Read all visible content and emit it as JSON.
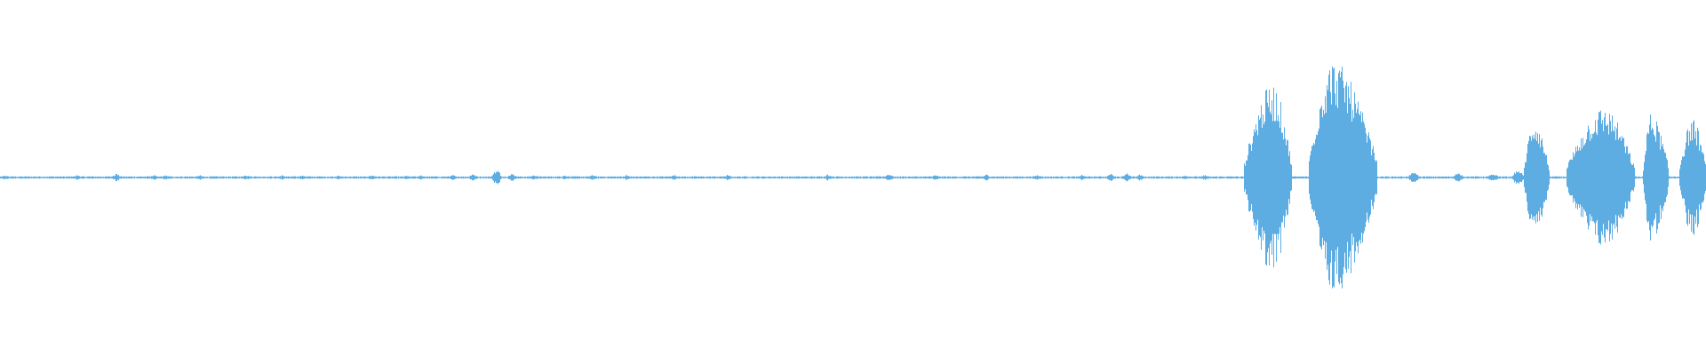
{
  "waveform": {
    "color": "#5dade2",
    "background": "#ffffff",
    "baseline_amplitude": 0.005,
    "duration_fraction_end": 1.0,
    "noise_bursts": [
      {
        "at": 0.003,
        "amp": 0.012
      },
      {
        "at": 0.045,
        "amp": 0.016
      },
      {
        "at": 0.068,
        "amp": 0.022
      },
      {
        "at": 0.09,
        "amp": 0.012
      },
      {
        "at": 0.097,
        "amp": 0.012
      },
      {
        "at": 0.117,
        "amp": 0.012
      },
      {
        "at": 0.144,
        "amp": 0.014
      },
      {
        "at": 0.165,
        "amp": 0.012
      },
      {
        "at": 0.177,
        "amp": 0.014
      },
      {
        "at": 0.198,
        "amp": 0.012
      },
      {
        "at": 0.218,
        "amp": 0.014
      },
      {
        "at": 0.238,
        "amp": 0.01
      },
      {
        "at": 0.246,
        "amp": 0.012
      },
      {
        "at": 0.265,
        "amp": 0.014
      },
      {
        "at": 0.277,
        "amp": 0.02
      },
      {
        "at": 0.291,
        "amp": 0.048
      },
      {
        "at": 0.3,
        "amp": 0.022
      },
      {
        "at": 0.313,
        "amp": 0.014
      },
      {
        "at": 0.331,
        "amp": 0.012
      },
      {
        "at": 0.347,
        "amp": 0.014
      },
      {
        "at": 0.367,
        "amp": 0.014
      },
      {
        "at": 0.395,
        "amp": 0.018
      },
      {
        "at": 0.426,
        "amp": 0.014
      },
      {
        "at": 0.485,
        "amp": 0.016
      },
      {
        "at": 0.521,
        "amp": 0.02
      },
      {
        "at": 0.548,
        "amp": 0.014
      },
      {
        "at": 0.578,
        "amp": 0.016
      },
      {
        "at": 0.608,
        "amp": 0.014
      },
      {
        "at": 0.634,
        "amp": 0.014
      },
      {
        "at": 0.651,
        "amp": 0.02
      },
      {
        "at": 0.66,
        "amp": 0.026
      },
      {
        "at": 0.668,
        "amp": 0.016
      },
      {
        "at": 0.695,
        "amp": 0.012
      },
      {
        "at": 0.706,
        "amp": 0.014
      }
    ],
    "loud_segments": [
      {
        "start": 0.729,
        "end": 0.757,
        "peak": 0.48,
        "attack": 0.6
      },
      {
        "start": 0.767,
        "end": 0.807,
        "peak": 0.6,
        "attack": 0.35
      },
      {
        "start": 0.825,
        "end": 0.832,
        "peak": 0.025,
        "attack": 0.5
      },
      {
        "start": 0.851,
        "end": 0.858,
        "peak": 0.022,
        "attack": 0.5
      },
      {
        "start": 0.871,
        "end": 0.879,
        "peak": 0.016,
        "attack": 0.5
      },
      {
        "start": 0.886,
        "end": 0.893,
        "peak": 0.038,
        "attack": 0.5
      },
      {
        "start": 0.893,
        "end": 0.908,
        "peak": 0.3,
        "attack": 0.4
      },
      {
        "start": 0.918,
        "end": 0.958,
        "peak": 0.36,
        "attack": 0.55
      },
      {
        "start": 0.963,
        "end": 0.978,
        "peak": 0.33,
        "attack": 0.3
      },
      {
        "start": 0.984,
        "end": 1.0,
        "peak": 0.3,
        "attack": 0.5
      }
    ]
  }
}
